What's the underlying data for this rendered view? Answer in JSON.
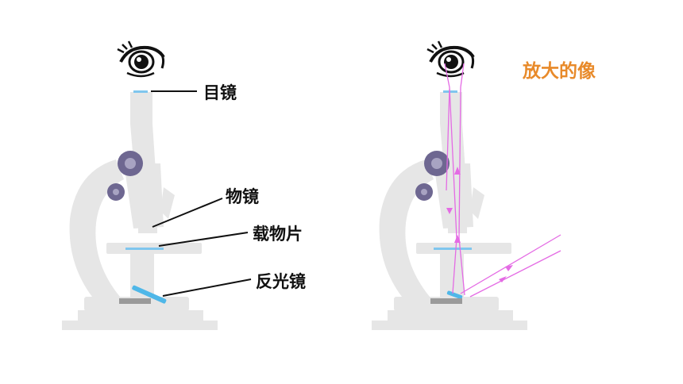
{
  "labels": {
    "eyepiece": "目镜",
    "objective": "物镜",
    "slide": "载物片",
    "mirror": "反光镜"
  },
  "right_title": "放大的像",
  "colors": {
    "microscope_body": "#e6e6e6",
    "knob": "#6e6791",
    "lens": "#7fc6ee",
    "mirror": "#4fb7e8",
    "ray": "#e46be4",
    "title": "#e88a2a",
    "leader_line": "#111111"
  },
  "icons": [
    "eye-icon",
    "eye-icon"
  ]
}
